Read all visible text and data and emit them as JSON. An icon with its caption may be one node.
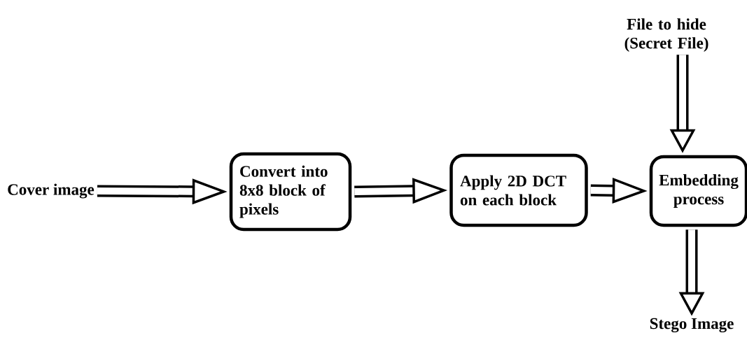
{
  "diagram": {
    "nodes": [
      {
        "text": [
          "Cover image"
        ]
      },
      {
        "text": [
          "Convert into 8x8 block of pixels"
        ]
      },
      {
        "text": [
          "Apply 2D DCT on each block"
        ]
      },
      {
        "text": [
          "Embedding process"
        ]
      },
      {
        "text": [
          "File to hide (Secret File)"
        ]
      },
      {
        "text": [
          "Stego Image"
        ]
      }
    ],
    "edges": [
      {
        "from": 0,
        "to": 1,
        "arrow": "to"
      },
      {
        "from": 1,
        "to": 2,
        "arrow": "to"
      },
      {
        "from": 2,
        "to": 3,
        "arrow": "to"
      },
      {
        "from": 4,
        "to": 3,
        "arrow": "to"
      },
      {
        "from": 3,
        "to": 5,
        "arrow": "to"
      }
    ]
  }
}
